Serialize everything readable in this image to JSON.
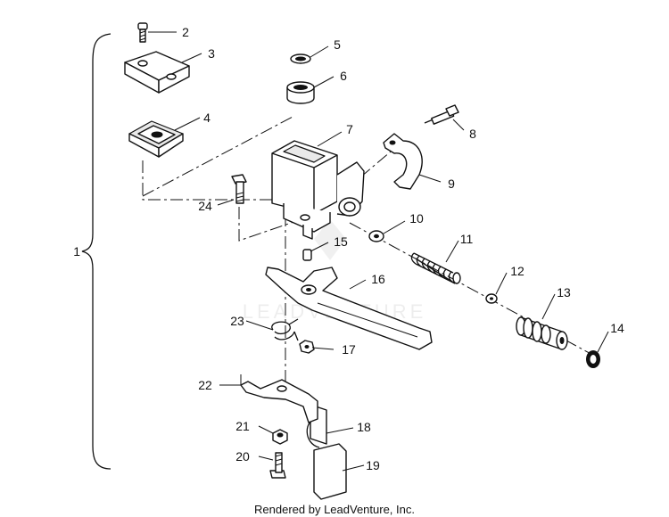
{
  "diagram": {
    "assembly_label": "1",
    "callouts": [
      "2",
      "3",
      "4",
      "5",
      "6",
      "7",
      "8",
      "9",
      "10",
      "11",
      "12",
      "13",
      "14",
      "15",
      "16",
      "17",
      "18",
      "19",
      "20",
      "21",
      "22",
      "23",
      "24"
    ],
    "watermark": "LEADVENTURE",
    "credit": "Rendered by LeadVenture, Inc."
  }
}
